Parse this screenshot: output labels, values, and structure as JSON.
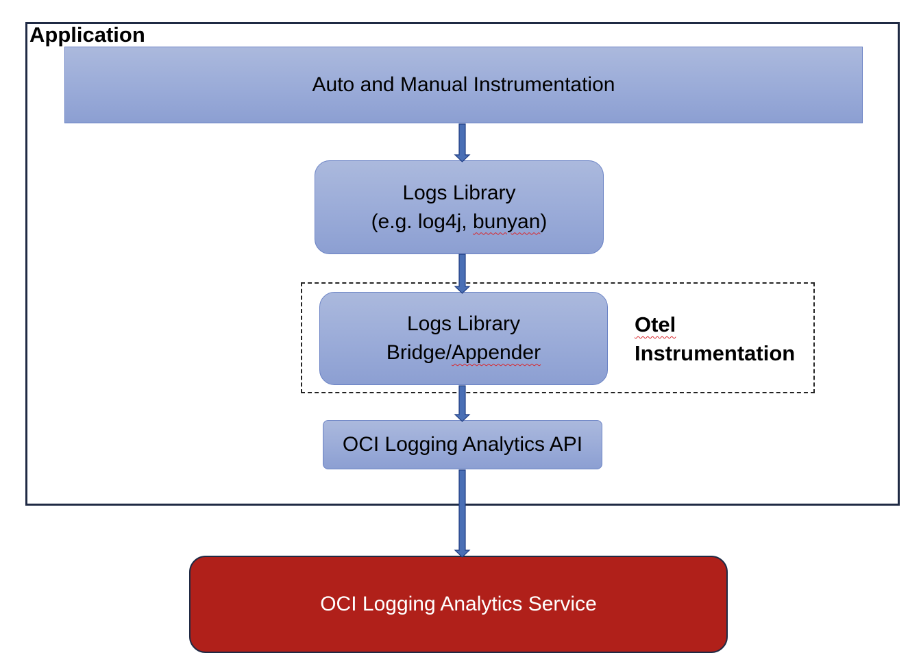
{
  "app": {
    "title": "Application"
  },
  "boxes": {
    "instrumentation": "Auto and Manual Instrumentation",
    "logs_library_line1": "Logs Library",
    "logs_library_line2_prefix": "(e.g. log4j, ",
    "logs_library_line2_word": "bunyan",
    "logs_library_line2_suffix": ")",
    "bridge_line1": "Logs Library",
    "bridge_line2_prefix": "Bridge/",
    "bridge_line2_word": "Appender",
    "api": "OCI Logging Analytics API",
    "service": "OCI Logging Analytics Service"
  },
  "otel": {
    "line1": "Otel",
    "line2": "Instrumentation"
  },
  "colors": {
    "box_fill": "#9aabd8",
    "box_border": "#6a82c4",
    "service_fill": "#b0201a",
    "frame_border": "#1f2a44",
    "arrow": "#4a6fb5",
    "spellcheck": "#d9262b"
  }
}
